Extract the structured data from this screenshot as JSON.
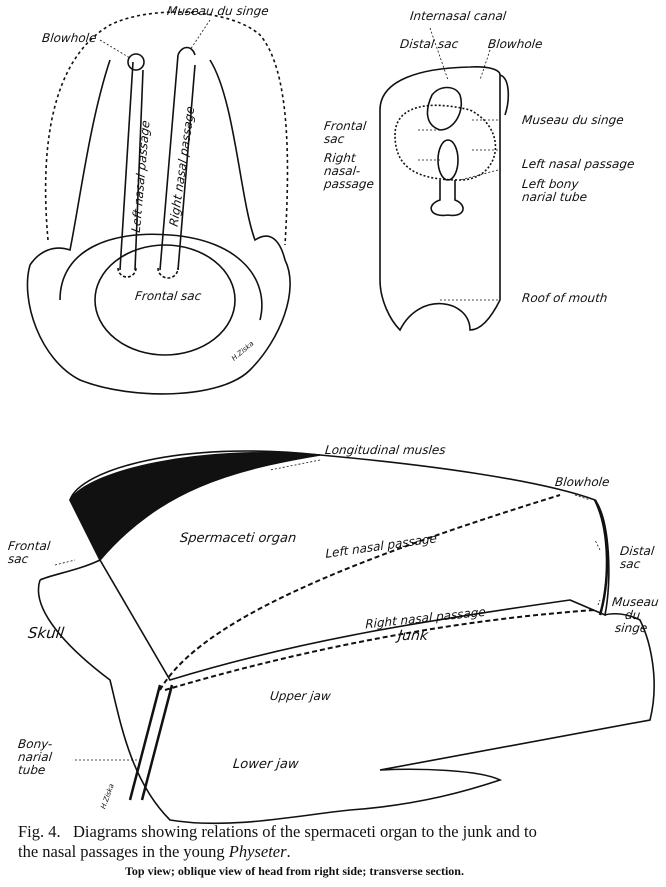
{
  "top_view": {
    "labels": {
      "museau": "Museau du singe",
      "blowhole": "Blowhole",
      "left_nasal": "Left nasal passage",
      "right_nasal": "Right nasal passage",
      "frontal_sac": "Frontal sac"
    },
    "signature": "H.Ziska"
  },
  "transverse_section": {
    "labels": {
      "internasal": "Internasal canal",
      "distal_sac": "Distal sac",
      "blowhole": "Blowhole",
      "frontal_sac_1": "Frontal",
      "frontal_sac_2": "sac",
      "right_nasal_1": "Right",
      "right_nasal_2": "nasal-",
      "right_nasal_3": "passage",
      "museau": "Museau du singe",
      "left_nasal": "Left nasal passage",
      "left_bony_1": "Left bony",
      "left_bony_2": "narial tube",
      "roof": "Roof of mouth"
    }
  },
  "oblique_view": {
    "labels": {
      "longitudinal": "Longitudinal musles",
      "blowhole": "Blowhole",
      "frontal_1": "Frontal",
      "frontal_2": "sac",
      "spermaceti": "Spermaceti organ",
      "left_nasal": "Left nasal passage",
      "distal_1": "Distal",
      "distal_2": "sac",
      "museau_1": "Museau",
      "museau_2": "du",
      "museau_3": "singe",
      "skull": "Skull",
      "right_nasal": "Right nasal passage",
      "junk": "Junk",
      "upper_jaw": "Upper jaw",
      "bony_1": "Bony-",
      "bony_2": "narial",
      "bony_3": "tube",
      "lower_jaw": "Lower jaw"
    },
    "signature": "H.Ziska"
  },
  "caption": {
    "fig": "Fig. 4.",
    "line1": "Diagrams showing relations of the spermaceti organ to the junk and to",
    "line2_pre": "the nasal passages in the young",
    "line2_species": "Physeter",
    "line2_post": ".",
    "subcaption": "Top view;  oblique view of head from right side;  transverse section."
  }
}
